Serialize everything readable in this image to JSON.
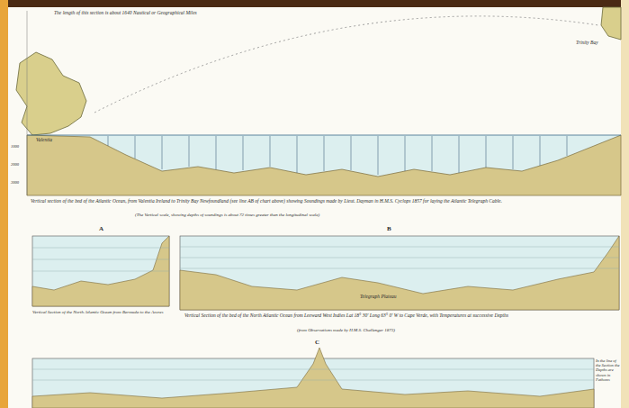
{
  "diagram": {
    "labels": [
      "The length of this section is about 1640 Nautical or Geographical Miles",
      "Valentia",
      "Trinity Bay",
      "Vertical section of the bed of the Atlantic Ocean, from Valentia Ireland to Trinity Bay Newfoundland (see line AB of chart above) showing Soundings made by Lieut. Dayman in H.M.S. Cyclops 1857 for laying the Atlantic Telegraph Cable.",
      "(The Vertical scale, showing depths of soundings is about 72 times greater than the longitudinal scale)",
      "A",
      "B",
      "C",
      "Telegraph Plateau",
      "Vertical Section of the North Atlantic Ocean from Bermuda to the Azores",
      "Vertical Section of the bed of the North Atlantic Ocean from Leeward West Indies Lat 18° 30' Long 63° 0' W to Cape Verde, with Temperatures at successive Depths",
      "(from Observations made by H.M.S. Challenger 1873)",
      "In the line of the Section the Depths are shown in Fathoms",
      "1000",
      "2000",
      "3000"
    ]
  }
}
